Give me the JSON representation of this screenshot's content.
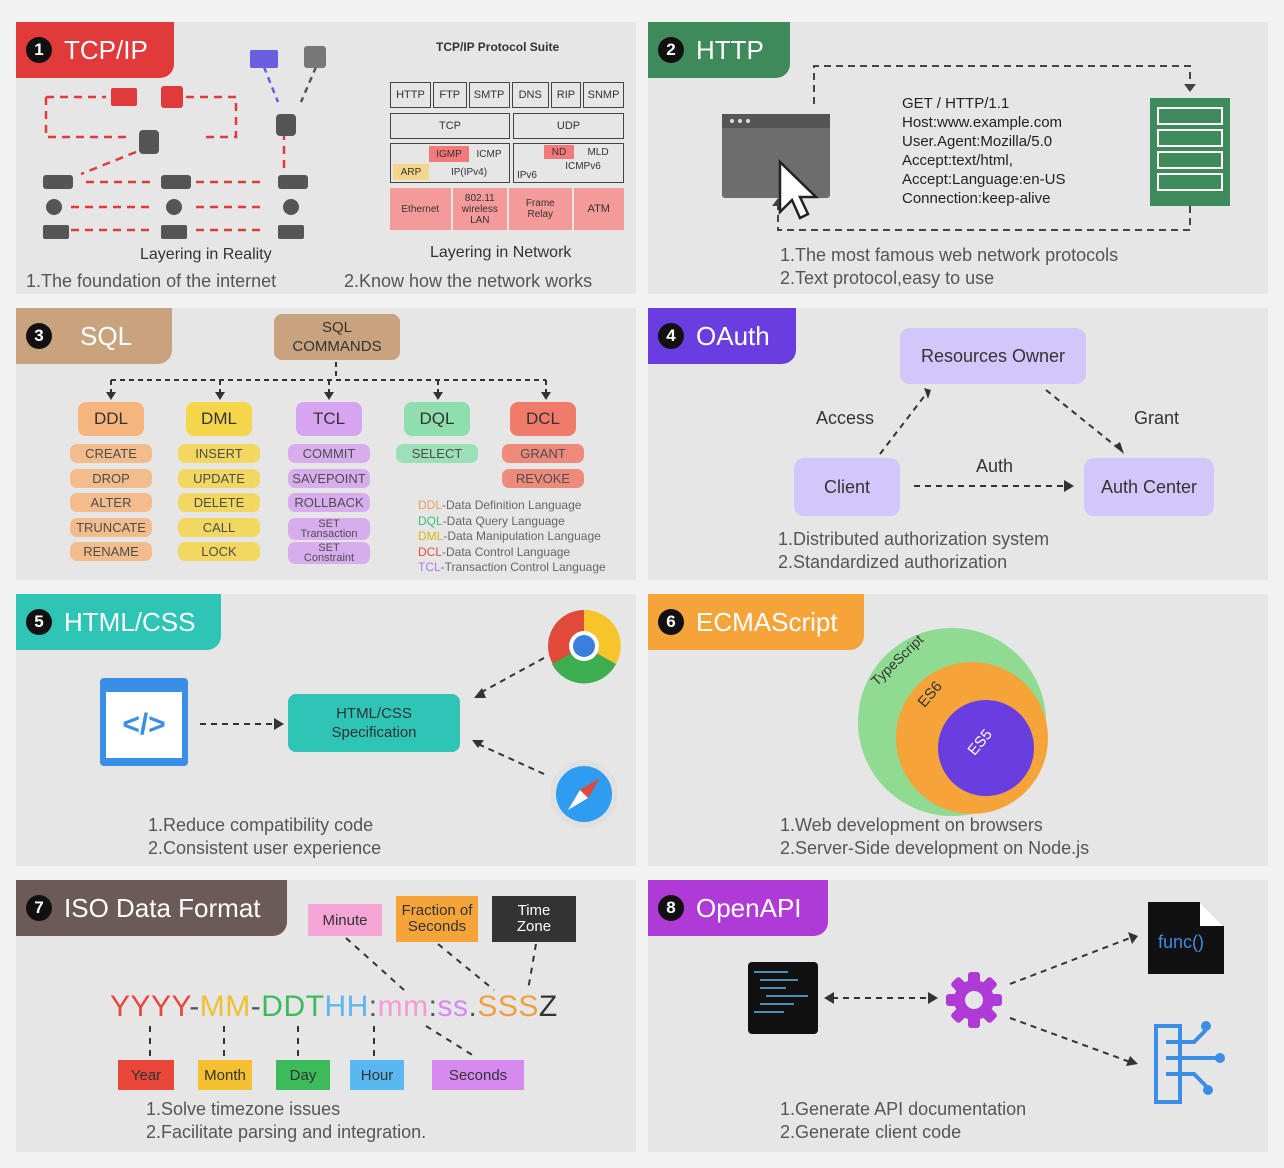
{
  "panels": {
    "tcpip": {
      "number": "1",
      "title": "TCP/IP",
      "suite_title": "TCP/IP Protocol Suite",
      "app_layer": [
        "HTTP",
        "FTP",
        "SMTP",
        "DNS",
        "RIP",
        "SNMP"
      ],
      "transport": [
        "TCP",
        "UDP"
      ],
      "ipv4_group": {
        "igmp": "IGMP",
        "icmp": "ICMP",
        "arp": "ARP",
        "ip": "IP(IPv4)"
      },
      "ipv6_group": {
        "nd": "ND",
        "mld": "MLD",
        "icmpv6": "ICMPv6",
        "ipv6": "IPv6"
      },
      "link_layer": [
        "Ethernet",
        "802.11 wireless LAN",
        "Frame Relay",
        "ATM"
      ],
      "reality_caption": "Layering in Reality",
      "network_caption": "Layering in Network",
      "note1": "1.The foundation of the internet",
      "note2": "2.Know how the network works"
    },
    "http": {
      "number": "2",
      "title": "HTTP",
      "request_lines": [
        "GET / HTTP/1.1",
        "Host:www.example.com",
        "User.Agent:Mozilla/5.0",
        "Accept:text/html,",
        "Accept:Language:en-US",
        "Connection:keep-alive"
      ],
      "note1": "1.The most famous web network protocols",
      "note2": "2.Text protocol,easy to use"
    },
    "sql": {
      "number": "3",
      "title": "SQL",
      "commands_label": "SQL COMMANDS",
      "groups": [
        {
          "name": "DDL",
          "color": "#f5b57d",
          "items": [
            "CREATE",
            "DROP",
            "ALTER",
            "TRUNCATE",
            "RENAME"
          ]
        },
        {
          "name": "DML",
          "color": "#f5d64a",
          "items": [
            "INSERT",
            "UPDATE",
            "DELETE",
            "CALL",
            "LOCK"
          ]
        },
        {
          "name": "TCL",
          "color": "#d6a4f0",
          "items": [
            "COMMIT",
            "SAVEPOINT",
            "ROLLBACK",
            "SET Transaction",
            "SET Constraint"
          ]
        },
        {
          "name": "DQL",
          "color": "#8fdfae",
          "items": [
            "SELECT"
          ]
        },
        {
          "name": "DCL",
          "color": "#f07b6a",
          "items": [
            "GRANT",
            "REVOKE"
          ]
        }
      ],
      "legend": [
        {
          "abbr": "DDL",
          "text": "-Data Definition Language",
          "color": "#e8a060"
        },
        {
          "abbr": "DQL",
          "text": "-Data Query Language",
          "color": "#3fbf6a"
        },
        {
          "abbr": "DML",
          "text": "-Data Manipulation Language",
          "color": "#d9b41a"
        },
        {
          "abbr": "DCL",
          "text": "-Data Control Language",
          "color": "#e0503a"
        },
        {
          "abbr": "TCL",
          "text": "-Transaction Control Language",
          "color": "#b07ae0"
        }
      ]
    },
    "oauth": {
      "number": "4",
      "title": "OAuth",
      "owner": "Resources Owner",
      "client": "Client",
      "auth_center": "Auth Center",
      "access": "Access",
      "grant": "Grant",
      "auth": "Auth",
      "note1": "1.Distributed authorization system",
      "note2": "2.Standardized authorization"
    },
    "htmlcss": {
      "number": "5",
      "title": "HTML/CSS",
      "spec": "HTML/CSS Specification",
      "code_symbol": "</>",
      "note1": "1.Reduce compatibility code",
      "note2": "2.Consistent user experience"
    },
    "ecma": {
      "number": "6",
      "title": "ECMAScript",
      "outer": "TypeScript",
      "middle": "ES6",
      "inner": "ES5",
      "note1": "1.Web development on browsers",
      "note2": "2.Server-Side development on Node.js"
    },
    "iso": {
      "number": "7",
      "title": "ISO Data Format",
      "minute": "Minute",
      "fraction": "Fraction of Seconds",
      "timezone": "Time Zone",
      "format": [
        {
          "t": "YYYY",
          "c": "#e8473a"
        },
        {
          "t": "-",
          "c": "#555"
        },
        {
          "t": "MM",
          "c": "#f0c030"
        },
        {
          "t": "-",
          "c": "#555"
        },
        {
          "t": "DD",
          "c": "#3dbb5a"
        },
        {
          "t": "T",
          "c": "#3dbb5a"
        },
        {
          "t": "HH",
          "c": "#5ab8f0"
        },
        {
          "t": ":",
          "c": "#555"
        },
        {
          "t": "mm",
          "c": "#f59ad6"
        },
        {
          "t": ":",
          "c": "#555"
        },
        {
          "t": "ss",
          "c": "#d68af0"
        },
        {
          "t": ".",
          "c": "#555"
        },
        {
          "t": "SSS",
          "c": "#f0a040"
        },
        {
          "t": "Z",
          "c": "#333"
        }
      ],
      "year": "Year",
      "month": "Month",
      "day": "Day",
      "hour": "Hour",
      "seconds": "Seconds",
      "note1": "1.Solve timezone issues",
      "note2": "2.Facilitate parsing and integration."
    },
    "openapi": {
      "number": "8",
      "title": "OpenAPI",
      "func": "func()",
      "note1": "1.Generate API documentation",
      "note2": "2.Generate client code"
    }
  },
  "colors": {
    "tcpip": "#e03a3a",
    "http": "#3f8a5a",
    "sql": "#c9a27e",
    "oauth": "#6a3de0",
    "htmlcss": "#2ec4b6",
    "ecma": "#f5a43a",
    "iso": "#6b5a55",
    "openapi": "#b03ad6"
  }
}
